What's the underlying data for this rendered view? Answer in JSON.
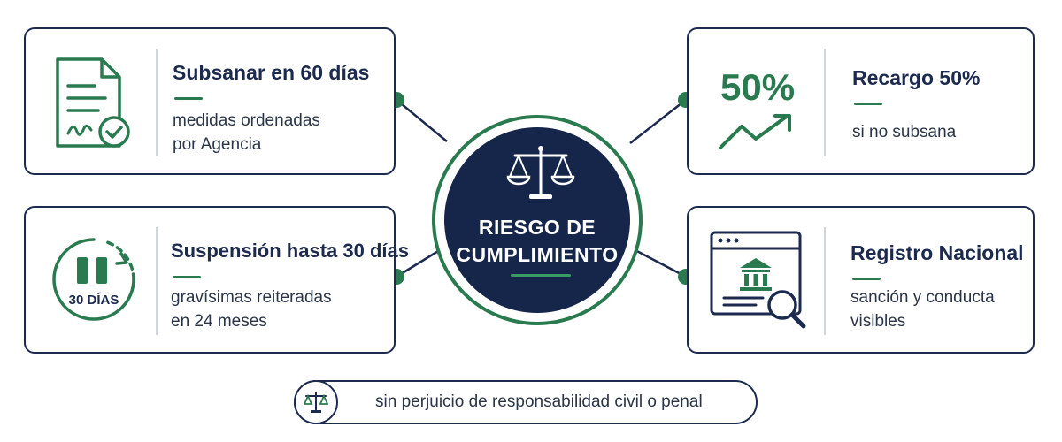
{
  "center": {
    "title_line1": "RIESGO DE",
    "title_line2": "CUMPLIMIENTO",
    "icon": "scales-icon"
  },
  "cards": {
    "top_left": {
      "title": "Subsanar en 60 días",
      "desc_line1": "medidas ordenadas",
      "desc_line2": "por Agencia",
      "icon": "signed-document-check-icon"
    },
    "bottom_left": {
      "title": "Suspensión hasta 30 días",
      "desc_line1": "gravísimas reiteradas",
      "desc_line2": "en 24 meses",
      "icon_label": "30 DÍAS",
      "icon": "pause-timer-icon"
    },
    "top_right": {
      "title": "Recargo 50%",
      "desc_line1": "si no subsana",
      "icon_label": "50%",
      "icon": "trend-up-arrow-icon"
    },
    "bottom_right": {
      "title": "Registro Nacional",
      "desc_line1": "sanción y conducta",
      "desc_line2": "visibles",
      "icon": "registry-search-icon"
    }
  },
  "footer": {
    "text": "sin perjuicio de responsabilidad civil o penal",
    "icon": "scales-icon"
  },
  "colors": {
    "navy": "#1c2a4e",
    "center_fill": "#15264a",
    "green": "#2a7a4f"
  }
}
